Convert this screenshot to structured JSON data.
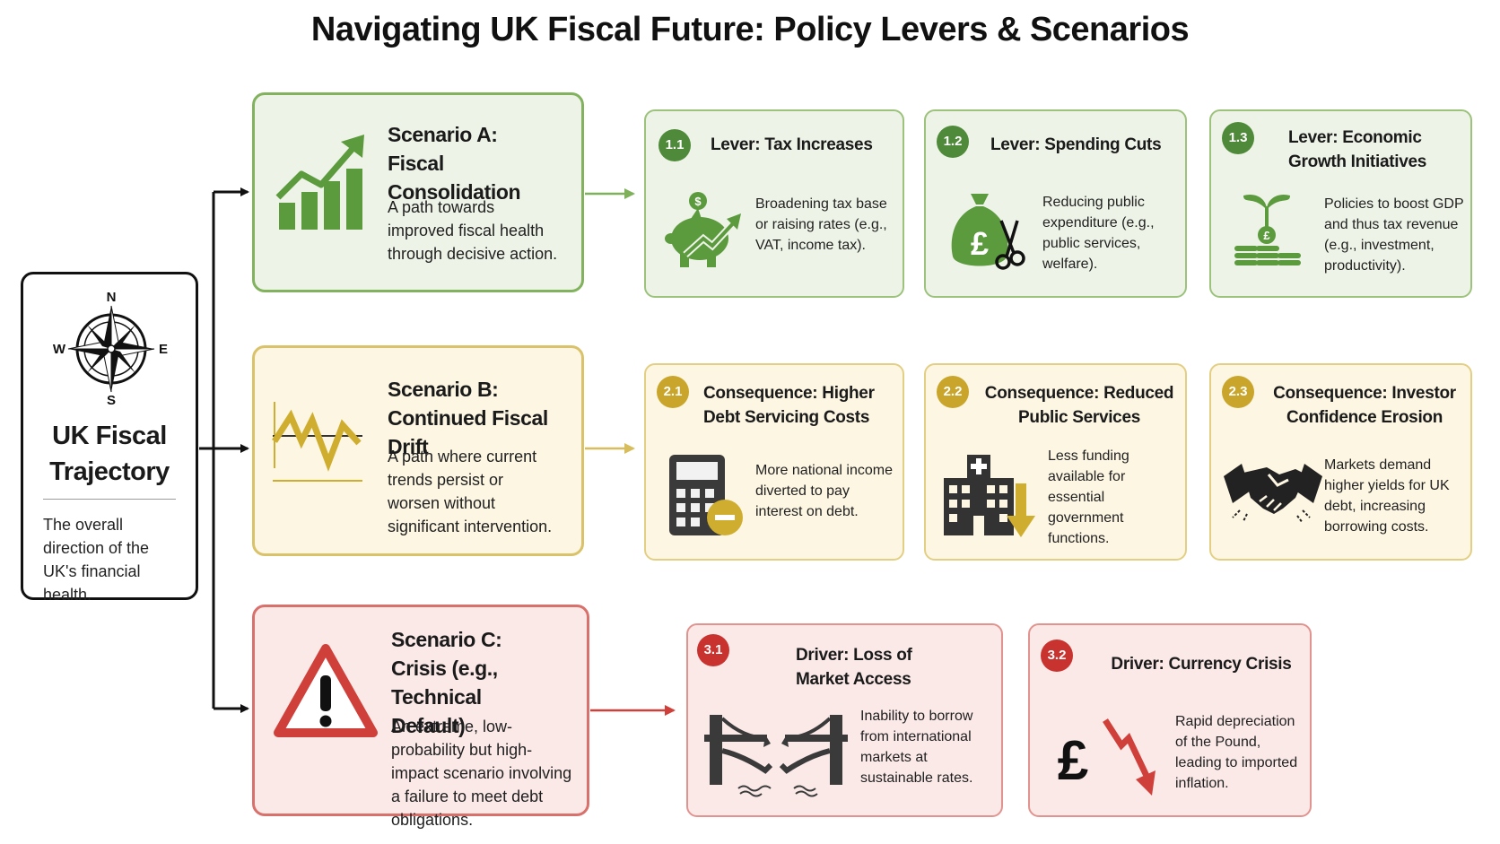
{
  "title": "Navigating UK Fiscal Future: Policy Levers & Scenarios",
  "trajectory": {
    "title_line1": "UK Fiscal",
    "title_line2": "Trajectory",
    "description": "The overall direction of the UK's financial health.",
    "compass": {
      "n": "N",
      "e": "E",
      "s": "S",
      "w": "W"
    }
  },
  "scenarios": [
    {
      "title_line1": "Scenario A:",
      "title_line2": "Fiscal Consolidation",
      "description": "A path towards improved fiscal health through decisive action.",
      "color": "#6aa84f",
      "icon": "growth-chart-icon"
    },
    {
      "title_line1": "Scenario B:",
      "title_line2": "Continued Fiscal Drift",
      "description": "A path where current trends persist or worsen without significant intervention.",
      "color": "#d4b73c",
      "icon": "zigzag-trend-icon"
    },
    {
      "title_line1": "Scenario C:",
      "title_line2": "Crisis (e.g., Technical",
      "title_line3": "Default)",
      "description": "An extreme, low-probability but high-impact scenario involving a failure to meet debt obligations.",
      "color": "#d0403b",
      "icon": "warning-triangle-icon"
    }
  ],
  "cards": {
    "a1": {
      "badge": "1.1",
      "title_line1": "Lever: Tax Increases",
      "description": "Broadening tax base or raising rates (e.g., VAT, income tax).",
      "icon": "piggy-bank-icon"
    },
    "a2": {
      "badge": "1.2",
      "title_line1": "Lever: Spending Cuts",
      "description": "Reducing public expenditure (e.g., public services, welfare).",
      "icon": "money-bag-scissors-icon"
    },
    "a3": {
      "badge": "1.3",
      "title_line1": "Lever: Economic",
      "title_line2": "Growth Initiatives",
      "description": "Policies to boost GDP and thus tax revenue (e.g., investment, productivity).",
      "icon": "plant-coins-icon"
    },
    "b1": {
      "badge": "2.1",
      "title_line1": "Consequence: Higher",
      "title_line2": "Debt Servicing Costs",
      "description": "More national income diverted to pay interest on debt.",
      "icon": "calculator-icon"
    },
    "b2": {
      "badge": "2.2",
      "title_line1": "Consequence: Reduced",
      "title_line2": "Public Services",
      "description": "Less funding available for essential government functions.",
      "icon": "hospital-down-icon"
    },
    "b3": {
      "badge": "2.3",
      "title_line1": "Consequence: Investor",
      "title_line2": "Confidence Erosion",
      "description": "Markets demand higher yields for UK debt, increasing borrowing costs.",
      "icon": "handshake-icon"
    },
    "c1": {
      "badge": "3.1",
      "title_line1": "Driver: Loss of",
      "title_line2": "Market Access",
      "description": "Inability to borrow from international markets at sustainable rates.",
      "icon": "broken-bridge-icon"
    },
    "c2": {
      "badge": "3.2",
      "title_line1": "Driver: Currency Crisis",
      "description": "Rapid depreciation of the Pound, leading to imported inflation.",
      "icon": "pound-falling-icon",
      "symbol": "£"
    }
  },
  "colors": {
    "green_fill": "#eef3e7",
    "green_border": "#82b25d",
    "green_icon": "#5c9a3e",
    "yellow_fill": "#fcf6e3",
    "yellow_border": "#d9c26a",
    "yellow_icon": "#cfae2f",
    "red_fill": "#fbe9e8",
    "red_border": "#d8706c",
    "red_icon": "#d0403b",
    "connector": "#111111"
  }
}
